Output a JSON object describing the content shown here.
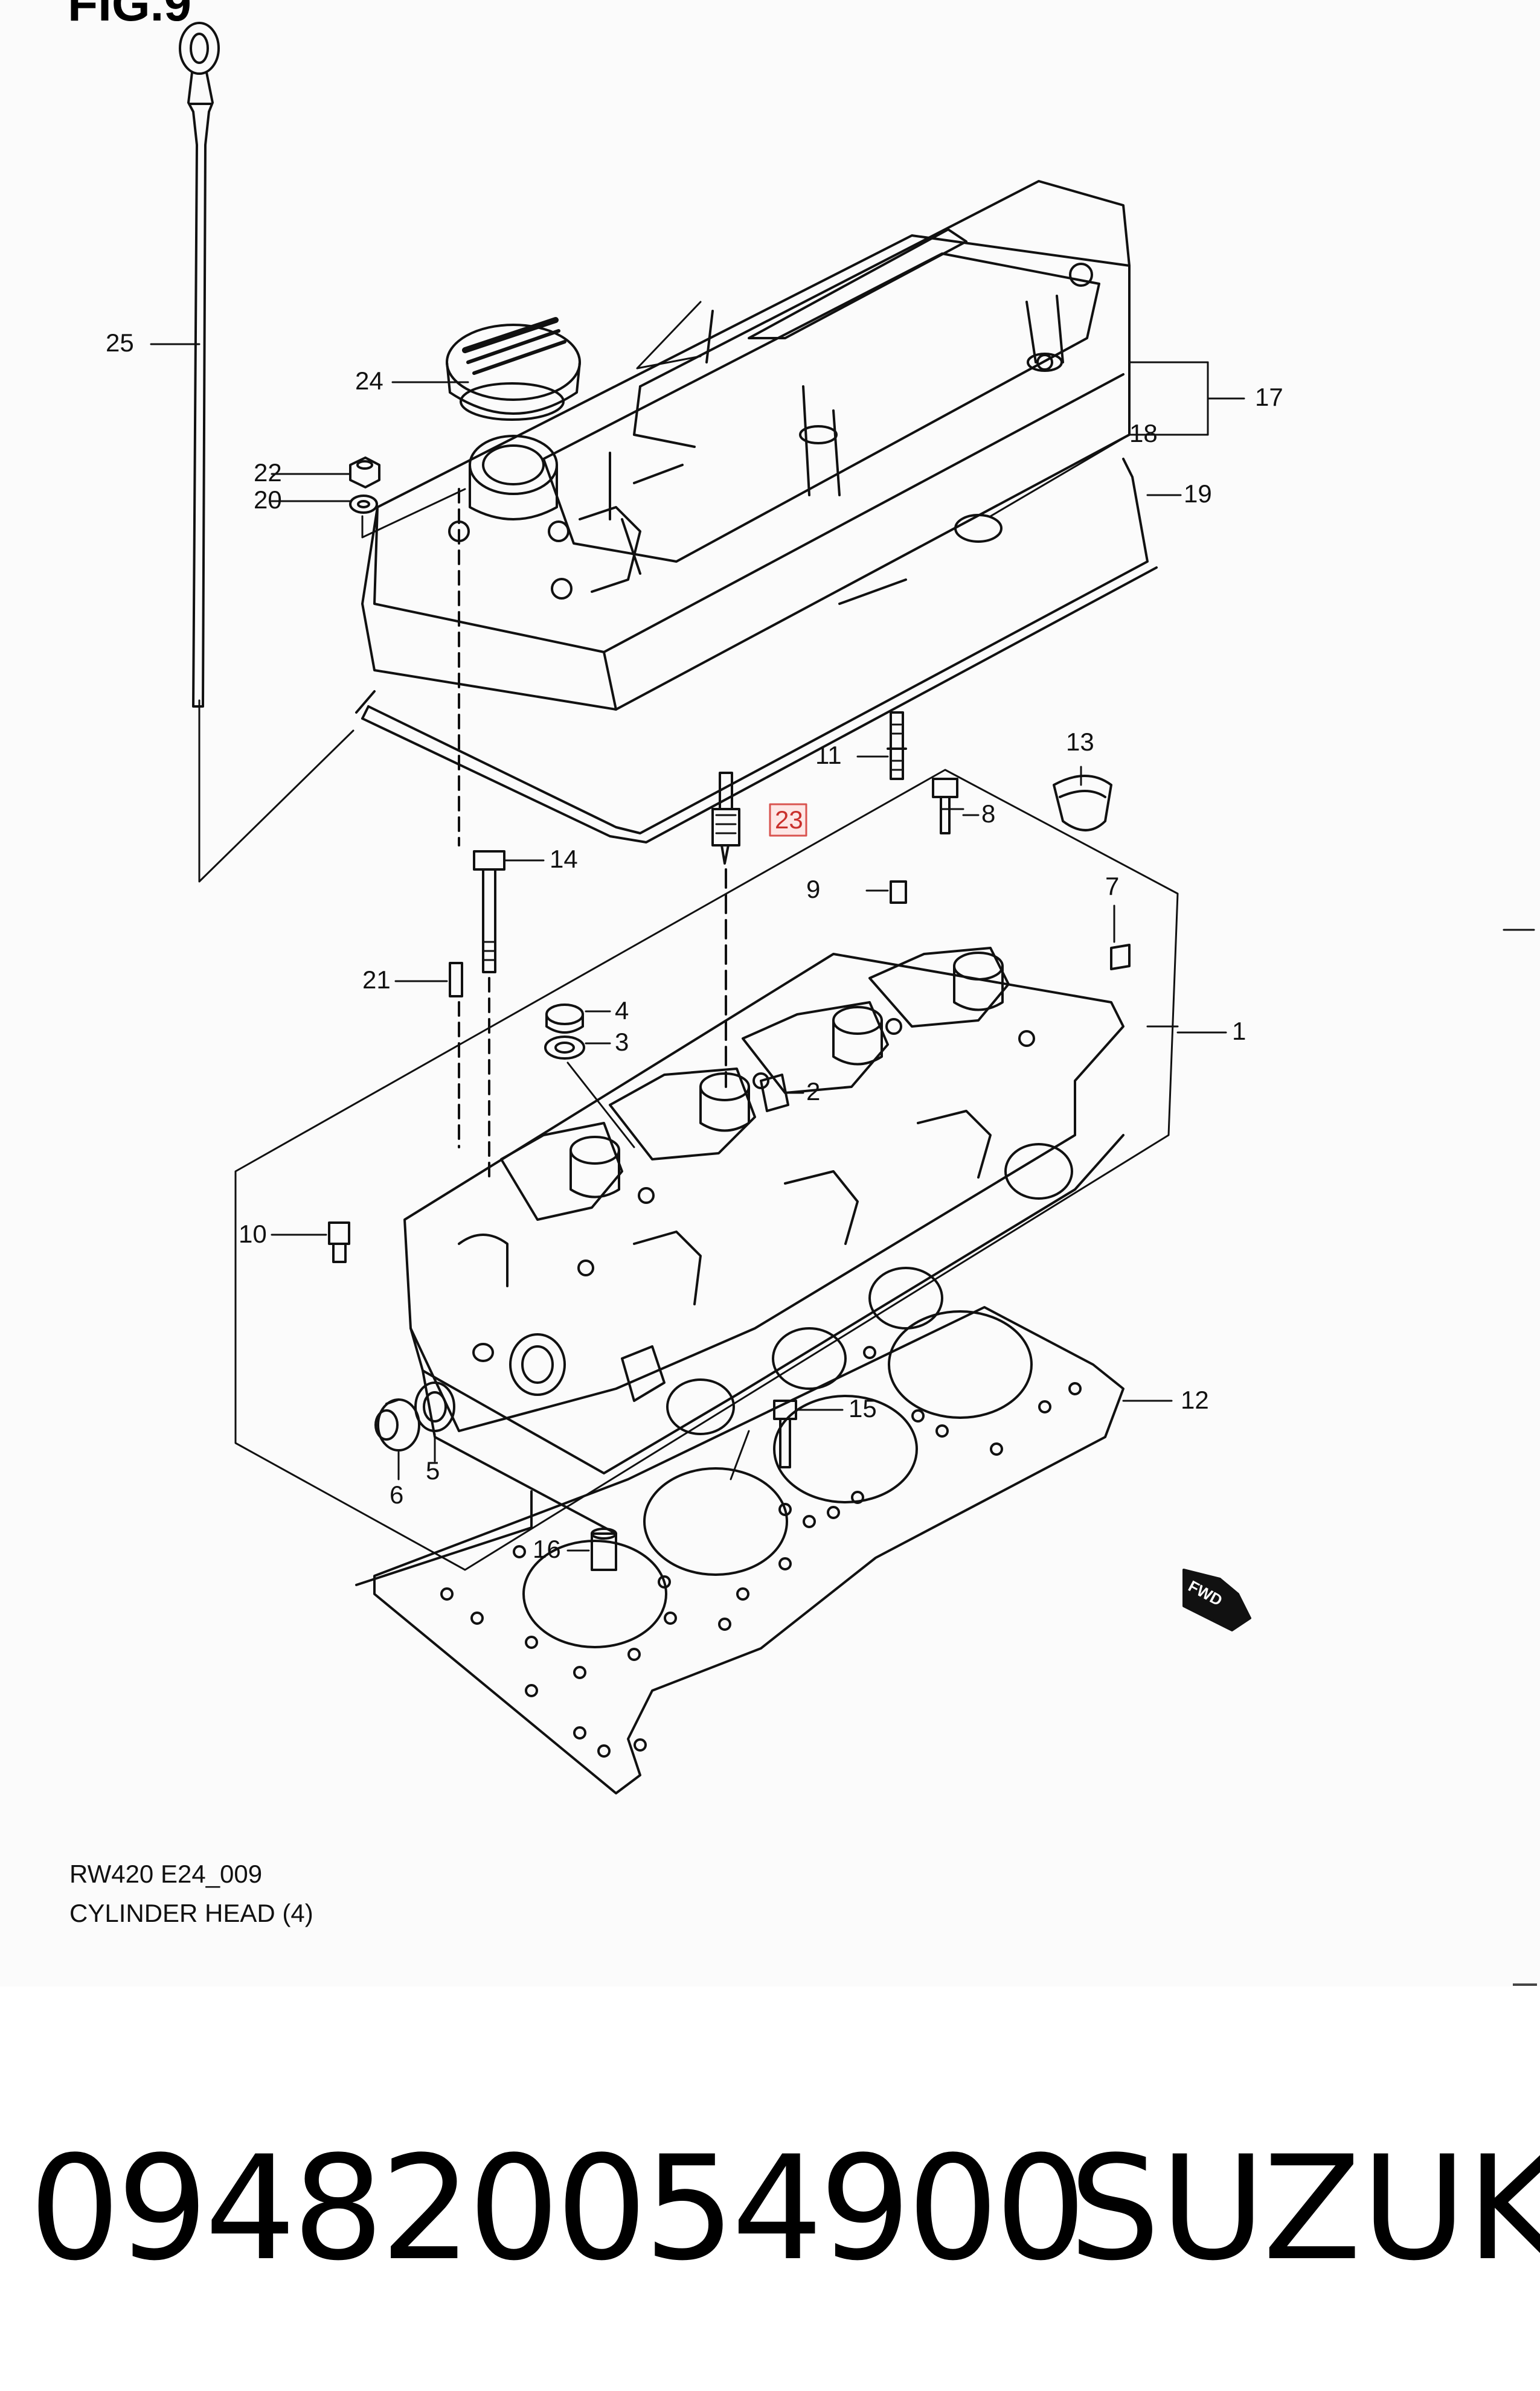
{
  "figure": {
    "label": "FIG.9",
    "code": "RW420 E24_009",
    "title": "CYLINDER HEAD (4)",
    "fwd_label": "FWD"
  },
  "callouts": {
    "c1": "1",
    "c2": "2",
    "c3": "3",
    "c4": "4",
    "c5": "5",
    "c6": "6",
    "c7": "7",
    "c8": "8",
    "c9": "9",
    "c10": "10",
    "c11": "11",
    "c12": "12",
    "c13": "13",
    "c14": "14",
    "c15": "15",
    "c16": "16",
    "c17": "17",
    "c18": "18",
    "c19": "19",
    "c20": "20",
    "c21": "21",
    "c22": "22",
    "c23": "23",
    "c24": "24",
    "c25": "25"
  },
  "highlight": {
    "callout": "23",
    "color": "#d9534f"
  },
  "footer": {
    "part_number": "094820054900",
    "brand": "SUZUKI"
  }
}
